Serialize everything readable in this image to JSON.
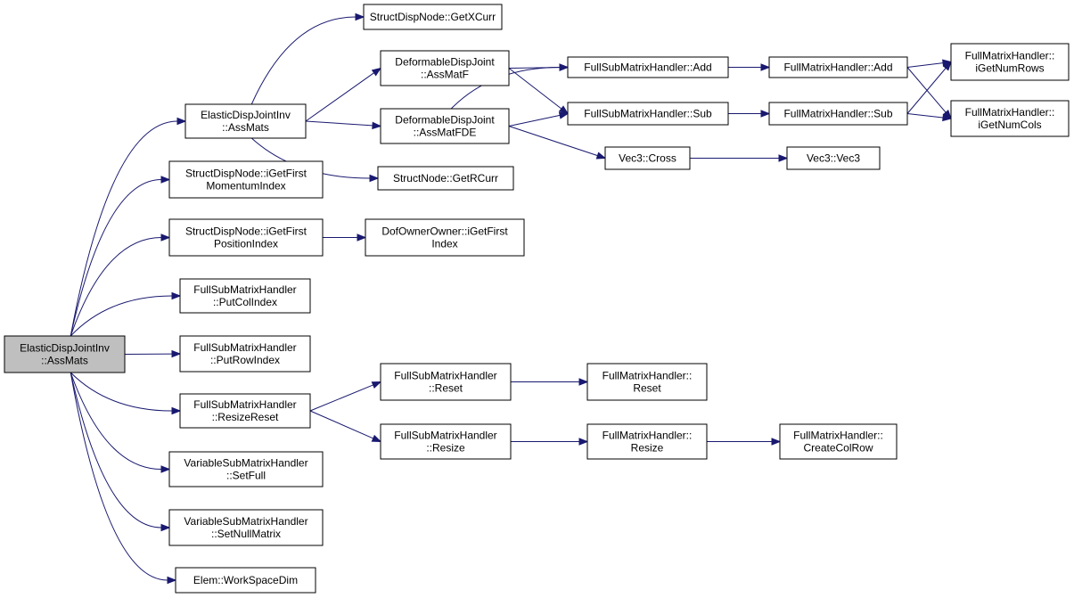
{
  "colors": {
    "edge": "#191970",
    "root_fill": "#bfbfbf",
    "node_fill": "#ffffff",
    "border": "#000000"
  },
  "nodes": {
    "root": {
      "lines": [
        "ElasticDispJointInv",
        "::AssMats"
      ]
    },
    "assmats2": {
      "lines": [
        "ElasticDispJointInv",
        "::AssMats"
      ]
    },
    "momentum": {
      "lines": [
        "StructDispNode::iGetFirst",
        "MomentumIndex"
      ]
    },
    "position": {
      "lines": [
        "StructDispNode::iGetFirst",
        "PositionIndex"
      ]
    },
    "putcol": {
      "lines": [
        "FullSubMatrixHandler",
        "::PutColIndex"
      ]
    },
    "putrow": {
      "lines": [
        "FullSubMatrixHandler",
        "::PutRowIndex"
      ]
    },
    "resizereset": {
      "lines": [
        "FullSubMatrixHandler",
        "::ResizeReset"
      ]
    },
    "setfull": {
      "lines": [
        "VariableSubMatrixHandler",
        "::SetFull"
      ]
    },
    "setnull": {
      "lines": [
        "VariableSubMatrixHandler",
        "::SetNullMatrix"
      ]
    },
    "workspace": {
      "lines": [
        "Elem::WorkSpaceDim"
      ]
    },
    "getxcurr": {
      "lines": [
        "StructDispNode::GetXCurr"
      ]
    },
    "assmatf": {
      "lines": [
        "DeformableDispJoint",
        "::AssMatF"
      ]
    },
    "assmatfde": {
      "lines": [
        "DeformableDispJoint",
        "::AssMatFDE"
      ]
    },
    "getrcurr": {
      "lines": [
        "StructNode::GetRCurr"
      ]
    },
    "dofowner": {
      "lines": [
        "DofOwnerOwner::iGetFirst",
        "Index"
      ]
    },
    "fsreset": {
      "lines": [
        "FullSubMatrixHandler",
        "::Reset"
      ]
    },
    "fsresize": {
      "lines": [
        "FullSubMatrixHandler",
        "::Resize"
      ]
    },
    "fsadd": {
      "lines": [
        "FullSubMatrixHandler::Add"
      ]
    },
    "fssub": {
      "lines": [
        "FullSubMatrixHandler::Sub"
      ]
    },
    "cross": {
      "lines": [
        "Vec3::Cross"
      ]
    },
    "fmreset": {
      "lines": [
        "FullMatrixHandler::",
        "Reset"
      ]
    },
    "fmresize": {
      "lines": [
        "FullMatrixHandler::",
        "Resize"
      ]
    },
    "fmadd": {
      "lines": [
        "FullMatrixHandler::Add"
      ]
    },
    "fmsub": {
      "lines": [
        "FullMatrixHandler::Sub"
      ]
    },
    "vec3": {
      "lines": [
        "Vec3::Vec3"
      ]
    },
    "createcolrow": {
      "lines": [
        "FullMatrixHandler::",
        "CreateColRow"
      ]
    },
    "numrows": {
      "lines": [
        "FullMatrixHandler::",
        "iGetNumRows"
      ]
    },
    "numcols": {
      "lines": [
        "FullMatrixHandler::",
        "iGetNumCols"
      ]
    }
  },
  "edges": [
    [
      "root",
      "assmats2"
    ],
    [
      "root",
      "momentum"
    ],
    [
      "root",
      "position"
    ],
    [
      "root",
      "putcol"
    ],
    [
      "root",
      "putrow"
    ],
    [
      "root",
      "resizereset"
    ],
    [
      "root",
      "setfull"
    ],
    [
      "root",
      "setnull"
    ],
    [
      "root",
      "workspace"
    ],
    [
      "assmats2",
      "getxcurr"
    ],
    [
      "assmats2",
      "assmatf"
    ],
    [
      "assmats2",
      "assmatfde"
    ],
    [
      "assmats2",
      "getrcurr"
    ],
    [
      "position",
      "dofowner"
    ],
    [
      "resizereset",
      "fsreset"
    ],
    [
      "resizereset",
      "fsresize"
    ],
    [
      "assmatf",
      "fsadd"
    ],
    [
      "assmatf",
      "fssub"
    ],
    [
      "assmatfde",
      "fsadd"
    ],
    [
      "assmatfde",
      "fssub"
    ],
    [
      "assmatfde",
      "cross"
    ],
    [
      "fsadd",
      "fmadd"
    ],
    [
      "fssub",
      "fmsub"
    ],
    [
      "fmadd",
      "numrows"
    ],
    [
      "fmadd",
      "numcols"
    ],
    [
      "fmsub",
      "numrows"
    ],
    [
      "fmsub",
      "numcols"
    ],
    [
      "cross",
      "vec3"
    ],
    [
      "fsreset",
      "fmreset"
    ],
    [
      "fsresize",
      "fmresize"
    ],
    [
      "fmresize",
      "createcolrow"
    ]
  ]
}
